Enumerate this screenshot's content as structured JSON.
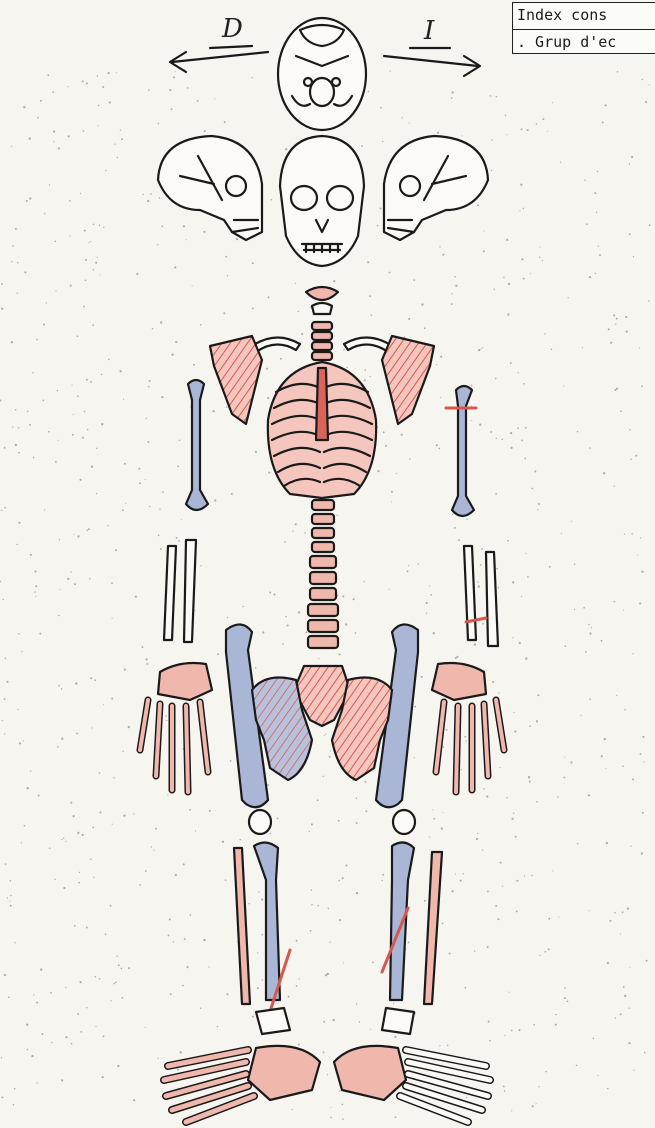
{
  "header": {
    "row1_text": "Index cons",
    "row2_text": ". Grup d'ec"
  },
  "orientation": {
    "left_label": "D",
    "right_label": "I"
  },
  "colors": {
    "ink": "#1a1a1a",
    "paper": "#f6f5f0",
    "bone_fill": "#fbfaf6",
    "present_red": "#d9655a",
    "present_pink": "#f0b7ad",
    "present_blue": "#a9b6d6"
  }
}
